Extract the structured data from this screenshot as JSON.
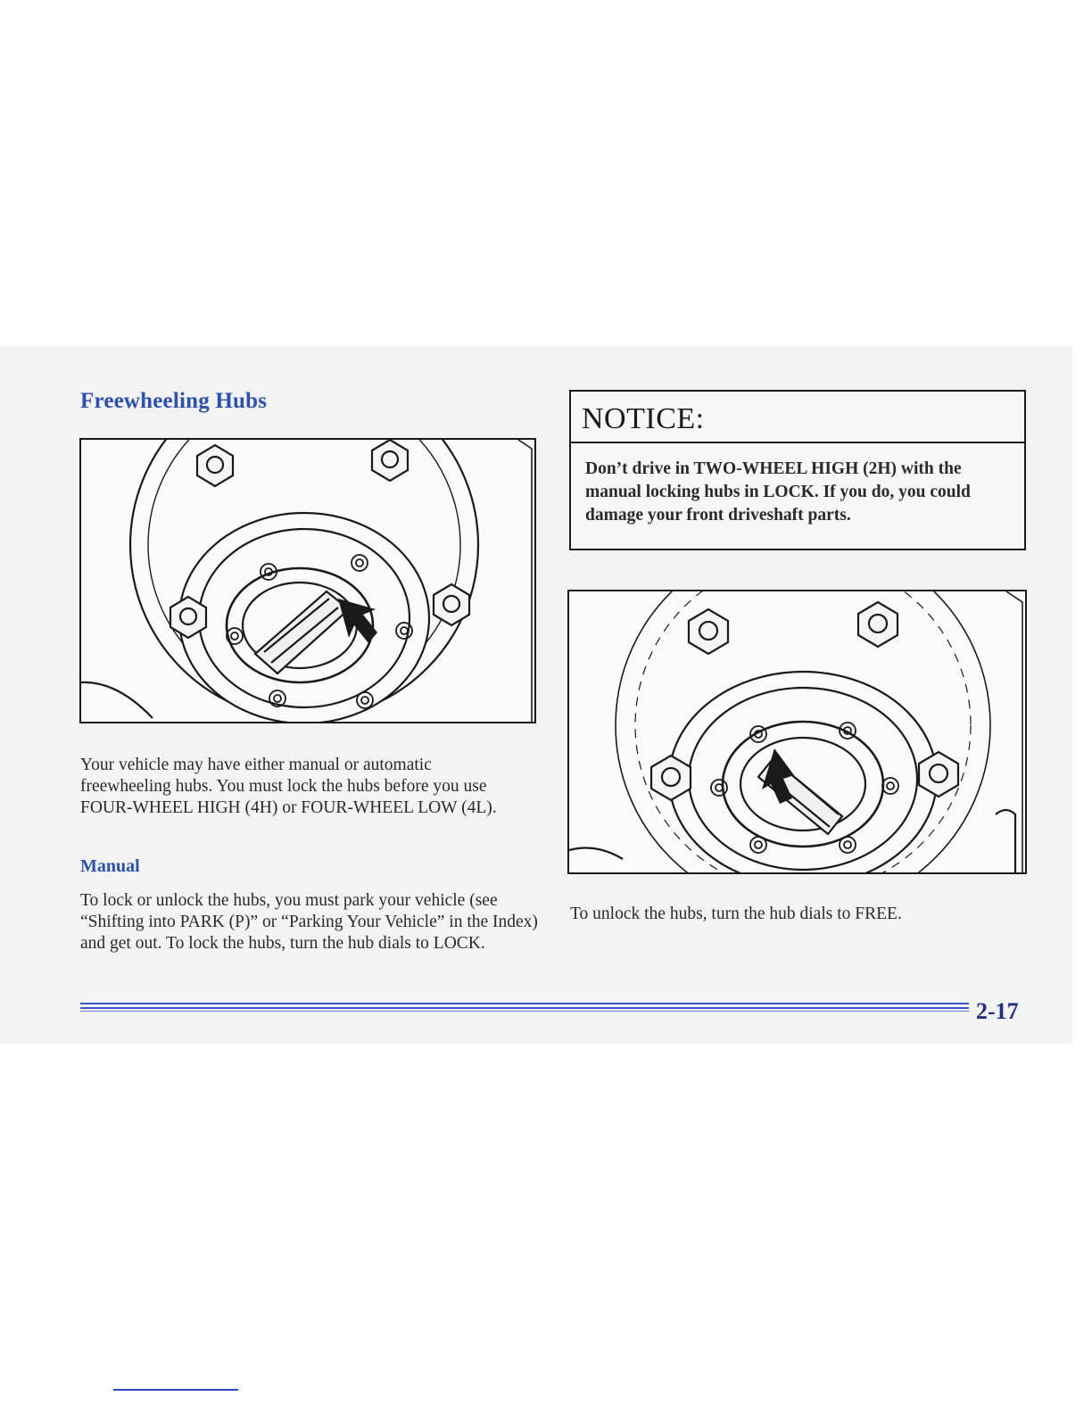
{
  "section": {
    "title": "Freewheeling Hubs"
  },
  "intro_text": "Your vehicle may have either manual or automatic freewheeling hubs. You must lock the hubs before you use FOUR-WHEEL HIGH (4H) or FOUR-WHEEL LOW (4L).",
  "manual": {
    "heading": "Manual",
    "text": "To lock or unlock the hubs, you must park your vehicle (see “Shifting into PARK (P)” or “Parking Your Vehicle” in the Index) and get out. To lock the hubs, turn the hub dials to LOCK."
  },
  "notice": {
    "title": "NOTICE:",
    "body": "Don’t drive in TWO-WHEEL HIGH (2H) with the manual locking hubs in LOCK. If you do, you could damage your front driveshaft parts."
  },
  "unlock_text": "To unlock the hubs, turn the hub dials to FREE.",
  "footer": {
    "page_number": "2-17"
  },
  "colors": {
    "heading_blue": "#2a4fb5",
    "rule_blue": "#3856c8",
    "page_number_blue": "#1e2f8a",
    "text": "#2a2a2a"
  },
  "figures": {
    "left_icon": "hub-lock-illustration",
    "right_icon": "hub-free-illustration"
  }
}
